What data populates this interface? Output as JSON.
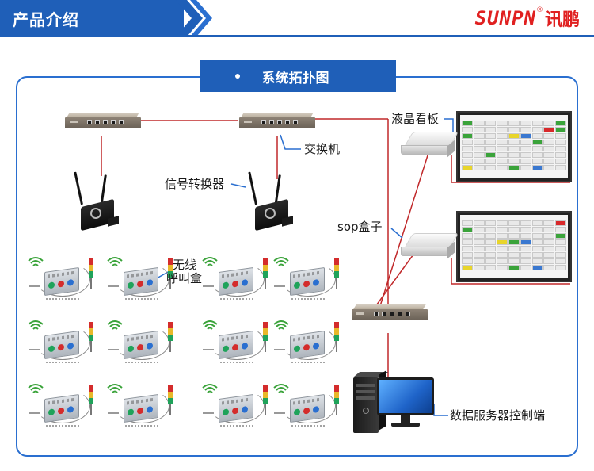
{
  "header": {
    "title": "产品介绍",
    "logo_brand": "SUNPN",
    "logo_reg": "®",
    "logo_cn": "讯鹏"
  },
  "diagram": {
    "title": "系统拓扑图",
    "labels": {
      "switch": "交换机",
      "converter": "信号转换器",
      "lcd": "液晶看板",
      "sop": "sop盒子",
      "call_box_line1": "无线",
      "call_box_line2": "呼叫盒",
      "server": "数据服务器控制端"
    },
    "colors": {
      "header_blue": "#1f5fb8",
      "frame_blue": "#2a6fd0",
      "link_red": "#c0282a",
      "callout_blue": "#2a6fd0"
    }
  }
}
